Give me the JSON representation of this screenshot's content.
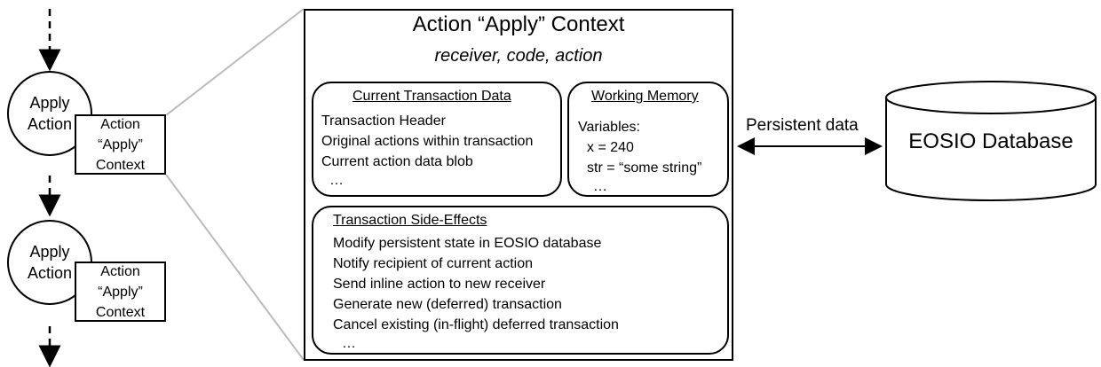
{
  "left_stack": {
    "nodes": [
      {
        "circle_lines": [
          "Apply",
          "Action"
        ],
        "context_lines": [
          "Action",
          "“Apply”",
          "Context"
        ]
      },
      {
        "circle_lines": [
          "Apply",
          "Action"
        ],
        "context_lines": [
          "Action",
          "“Apply”",
          "Context"
        ]
      }
    ]
  },
  "main": {
    "title": "Action “Apply” Context",
    "subtitle": "receiver, code, action",
    "current_tx": {
      "title": "Current Transaction Data",
      "lines": [
        "Transaction Header",
        "Original actions within transaction",
        "Current action data blob",
        "…"
      ]
    },
    "working_memory": {
      "title": "Working Memory",
      "lines": [
        "Variables:",
        "x = 240",
        "str = “some string”",
        "…"
      ]
    },
    "side_effects": {
      "title": "Transaction Side-Effects",
      "lines": [
        "Modify persistent state in EOSIO database",
        "Notify recipient of current action",
        "Send inline action to new receiver",
        "Generate new (deferred) transaction",
        "Cancel existing (in-flight) deferred transaction",
        "…"
      ]
    }
  },
  "connector_label": "Persistent data",
  "database_label": "EOSIO Database"
}
